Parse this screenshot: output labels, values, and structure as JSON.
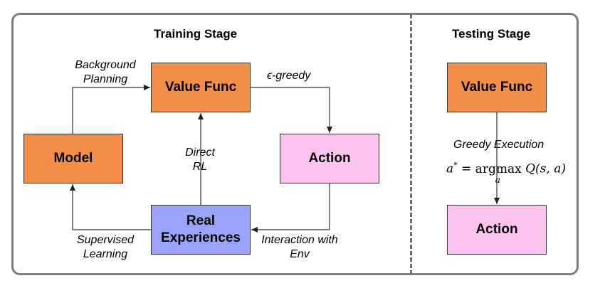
{
  "training": {
    "title": "Training Stage",
    "value_func": "Value Func",
    "model": "Model",
    "action": "Action",
    "real_experiences": [
      "Real",
      "Experiences"
    ],
    "labels": {
      "background_planning": [
        "Background",
        "Planning"
      ],
      "epsilon_greedy": "ϵ-greedy",
      "direct_rl": [
        "Direct",
        "RL"
      ],
      "supervised_learning": [
        "Supervised",
        "Learning"
      ],
      "interaction_with_env": [
        "Interaction with",
        "Env"
      ]
    }
  },
  "testing": {
    "title": "Testing Stage",
    "value_func": "Value Func",
    "action": "Action",
    "greedy_execution": "Greedy Execution",
    "formula": {
      "lhs": "a",
      "star": "*",
      "eq": " = ",
      "op": "argmax",
      "sub": "a",
      "rhs": "Q(s, a)"
    }
  },
  "colors": {
    "orange": "#f28e48",
    "pink": "#fbc3ee",
    "blue": "#9aa3f7",
    "frame": "#7f7f7f"
  }
}
